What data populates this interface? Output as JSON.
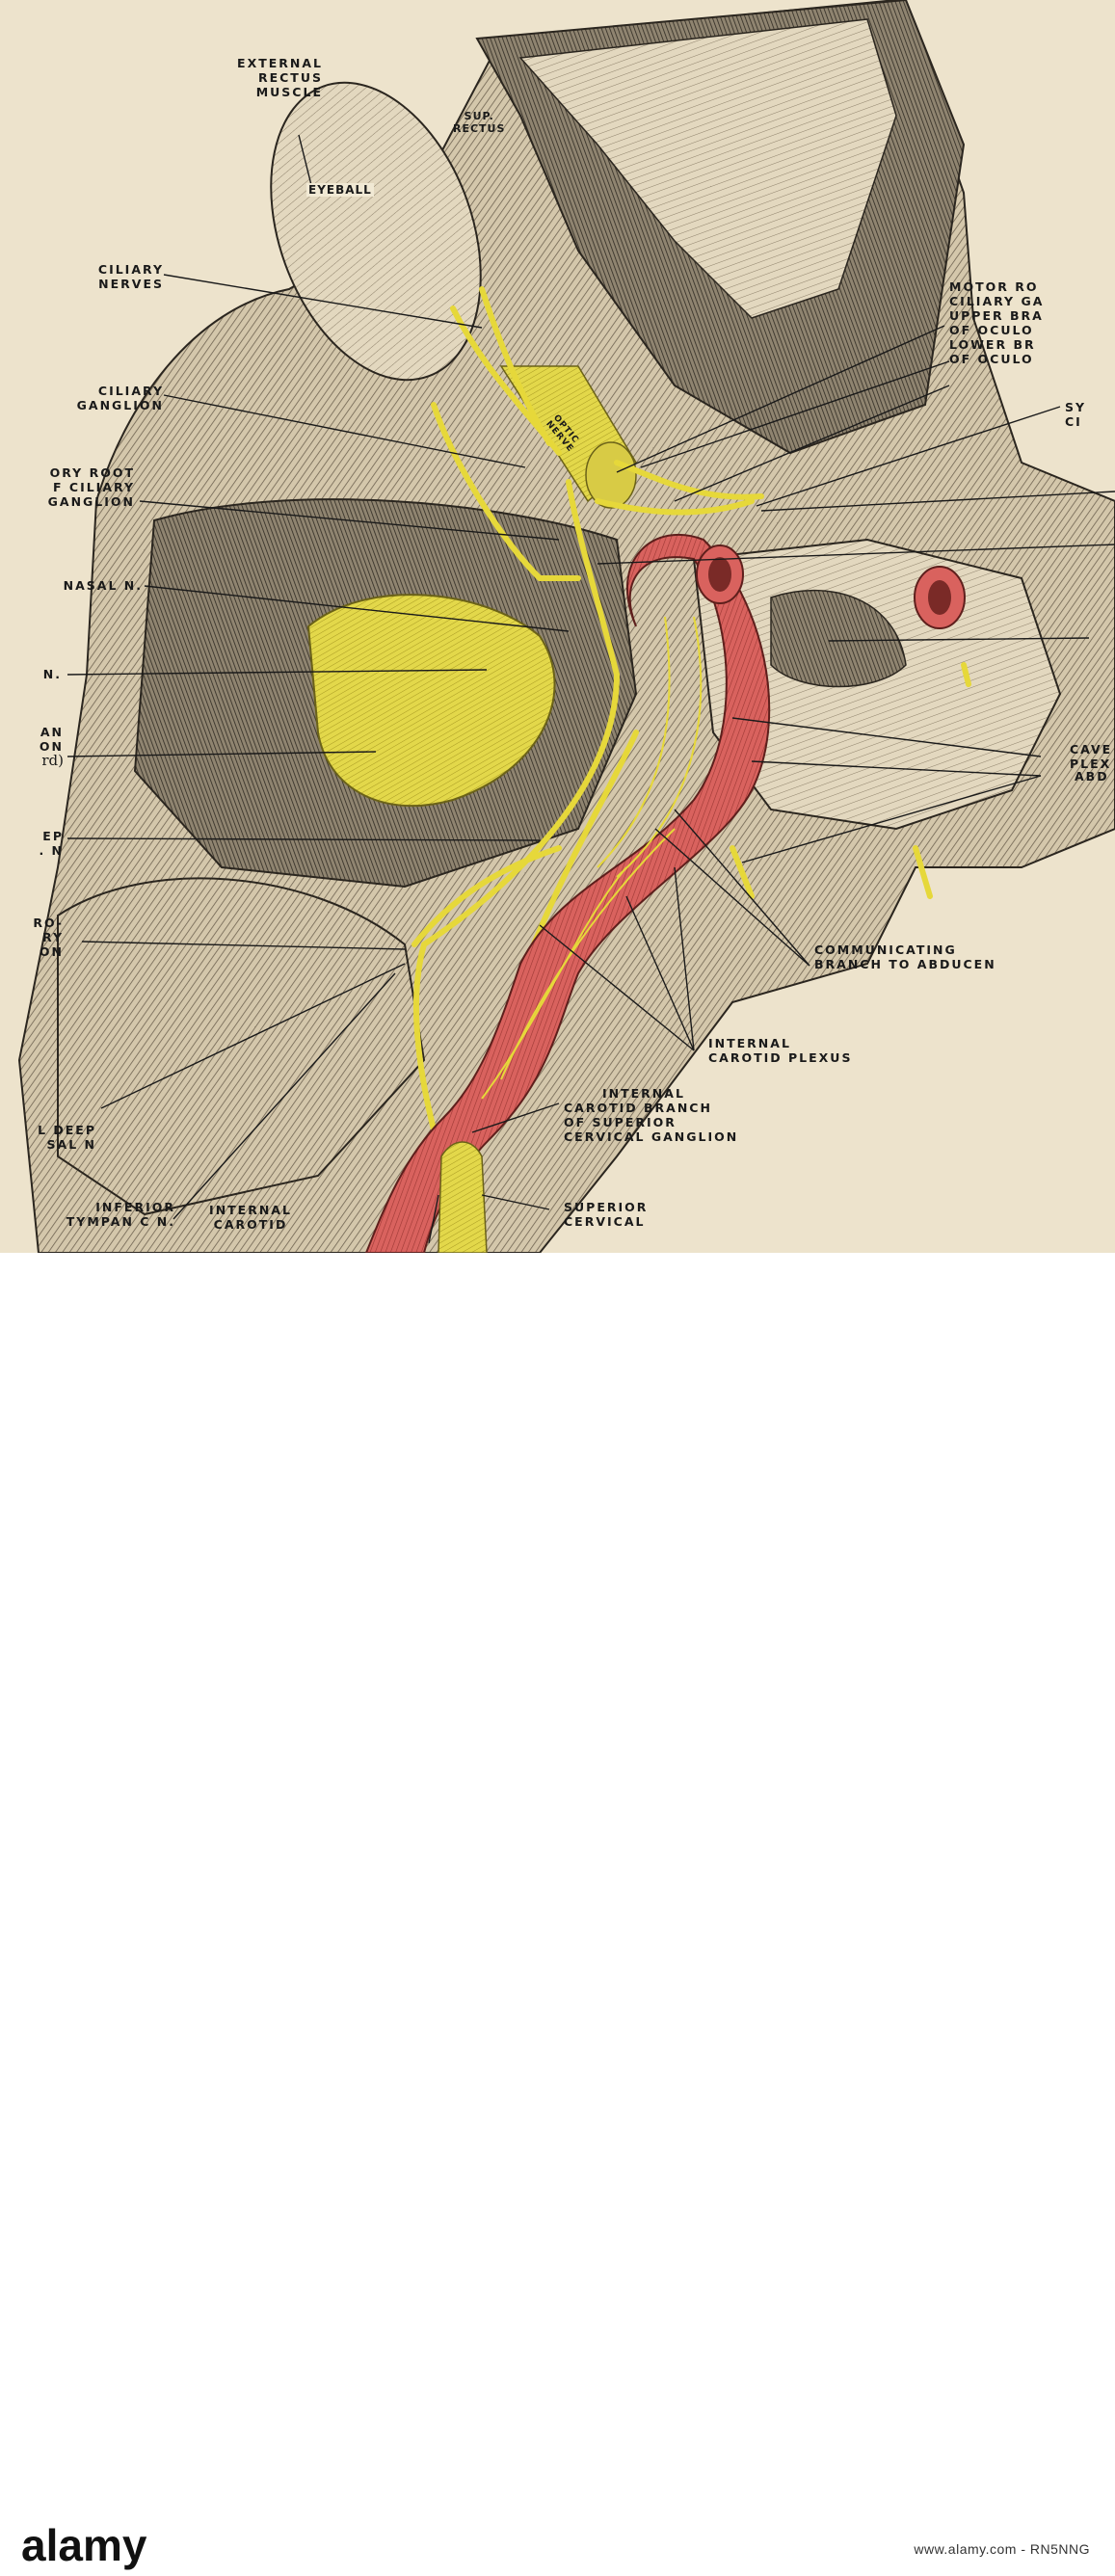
{
  "figure": {
    "labels": {
      "external_rectus": [
        "EXTERNAL",
        "RECTUS",
        "MUSCLE"
      ],
      "sup_rectus": [
        "SUP.",
        "RECTUS"
      ],
      "eyeball": "EYEBALL",
      "optic_nerve": [
        "OPTIC",
        "NERVE"
      ],
      "ciliary_nerves": [
        "CILIARY",
        "NERVES"
      ],
      "ciliary_ganglion": [
        "CILIARY",
        "GANGLION"
      ],
      "sensory_root": [
        "ORY ROOT",
        "F CILIARY",
        "GANGLION"
      ],
      "nasal_n": "NASAL N.",
      "n": "N.",
      "gasserian": [
        "AN",
        "ON",
        "rd)"
      ],
      "deep_n": [
        "EP",
        ". N"
      ],
      "pro_ganglion": [
        "RO-",
        "RY",
        "ON"
      ],
      "small_deep": [
        "L DEEP",
        "SAL N"
      ],
      "inferior_tympanic": [
        "INFERIOR",
        "TYMPAN C N."
      ],
      "internal_carotid_artery": [
        "INTERNAL",
        "CAROTID"
      ],
      "motor_root": [
        "MOTOR RO",
        "CILIARY GA",
        "UPPER BRA",
        "OF OCULO",
        "LOWER BR",
        "OF OCULO"
      ],
      "sy_ci": [
        "SY",
        "CI"
      ],
      "cave_plex": [
        "CAVE",
        "PLEX"
      ],
      "abd": "ABD",
      "communicating": [
        "COMMUNICATING",
        "BRANCH TO ABDUCEN"
      ],
      "internal_carotid_plexus": [
        "INTERNAL",
        "CAROTID PLEXUS"
      ],
      "internal_carotid_branch": [
        "INTERNAL",
        "CAROTID BRANCH",
        "OF SUPERIOR",
        "CERVICAL GANGLION"
      ],
      "superior_cervical": [
        "SUPERIOR",
        "CERVICAL"
      ]
    },
    "colors": {
      "paper": "#ede3cc",
      "nerve": "#e6d83a",
      "artery": "#d9625e",
      "ink": "#1a1a1a"
    }
  },
  "watermark": {
    "logo_text": "alamy",
    "stock_id": "www.alamy.com - RN5NNG"
  }
}
